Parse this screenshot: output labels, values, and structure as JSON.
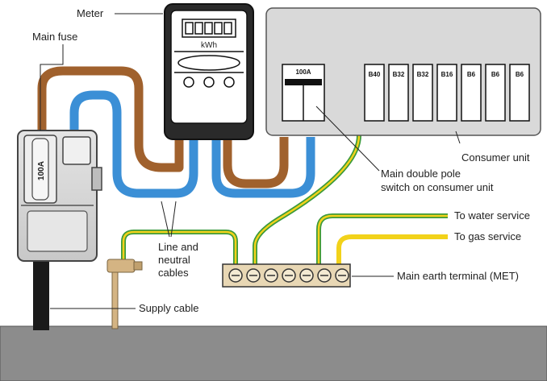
{
  "labels": {
    "meter": "Meter",
    "main_fuse": "Main fuse",
    "consumer_unit": "Consumer unit",
    "main_switch_line1": "Main double pole",
    "main_switch_line2": "switch on consumer unit",
    "to_water": "To water service",
    "to_gas": "To gas service",
    "line_neutral_1": "Line and",
    "line_neutral_2": "neutral",
    "line_neutral_3": "cables",
    "met": "Main earth terminal (MET)",
    "supply_cable": "Supply cable"
  },
  "meter": {
    "unit": "kWh"
  },
  "fuse": {
    "rating": "100A"
  },
  "consumer_unit": {
    "main_switch_rating": "100A",
    "breakers": [
      "B40",
      "B32",
      "B32",
      "B16",
      "B6",
      "B6",
      "B6"
    ]
  },
  "colors": {
    "brown_cable": "#a0612d",
    "blue_cable": "#3b8fd6",
    "earth_green": "#3c9a3c",
    "earth_yellow": "#f2d21a",
    "unit_grey": "#d9d9d9",
    "floor_grey": "#8c8c8c"
  }
}
